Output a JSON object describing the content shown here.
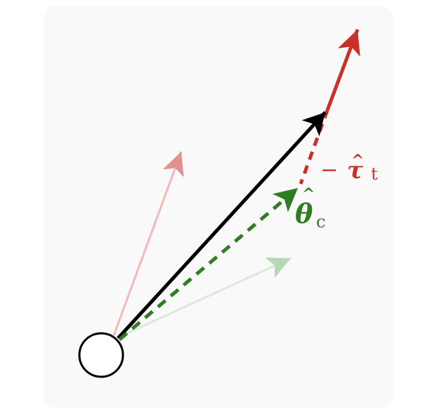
{
  "labels": {
    "tau": {
      "prefix": "−",
      "symbol": "τ",
      "hat": "^",
      "subscript": "t"
    },
    "theta": {
      "symbol": "θ",
      "hat": "^",
      "subscript": "c"
    }
  },
  "colors": {
    "background": "#f9f9f9",
    "main_vector": "#000000",
    "red": "#c8312a",
    "red_faded": "#e39090",
    "green": "#2e7d22",
    "green_faded": "#b7d8b4",
    "origin_fill": "#ffffff",
    "origin_stroke": "#000000"
  }
}
